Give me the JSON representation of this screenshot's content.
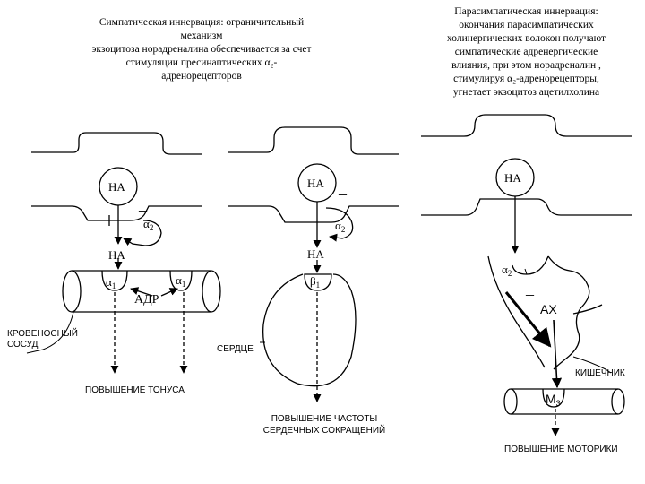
{
  "titles": {
    "left": [
      "Симпатическая иннервация: ограничительный",
      "механизм",
      "экзоцитоза норадреналина обеспечивается за счет",
      "стимуляции пресинаптических α₂-",
      "адренорецепторов"
    ],
    "right": [
      "Парасимпатическая иннервация:",
      "окончания парасимпатических",
      "холинергических волокон получают",
      "симпатические адренергические",
      "влияния, при этом норадреналин ,",
      "стимулируя α₂-адренорецепторы,",
      "угнетает экзоцитоз ацетилхолина"
    ]
  },
  "labels": {
    "na": "НА",
    "inhibit_sign": "–",
    "alpha": "α",
    "beta": "β",
    "sub_1": "1",
    "sub_2": "2",
    "sub_3": "3",
    "adr": "АДР",
    "ach": "АХ",
    "m": "М",
    "vessel": [
      "КРОВЕНОСНЫЙ",
      "СОСУД"
    ],
    "heart": "СЕРДЦЕ",
    "intestine": "КИШЕЧНИК",
    "tone": "ПОВЫШЕНИЕ ТОНУСА",
    "heart_rate": [
      "ПОВЫШЕНИЕ ЧАСТОТЫ",
      "СЕРДЕЧНЫХ СОКРАЩЕНИЙ"
    ],
    "motility": "ПОВЫШЕНИЕ МОТОРИКИ"
  }
}
